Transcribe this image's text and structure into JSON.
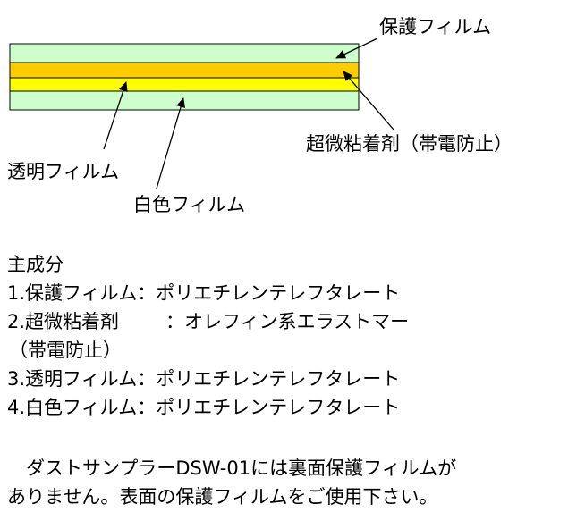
{
  "diagram": {
    "layers": [
      {
        "name": "保護フィルム",
        "color": "#ccffcc"
      },
      {
        "name": "超微粘着剤",
        "color": "#ffcc00"
      },
      {
        "name": "透明フィルム",
        "color": "#ccffcc"
      },
      {
        "name": "白色フィルム",
        "color": "#ffff00"
      }
    ],
    "callouts": {
      "protective": "保護フィルム",
      "adhesive": "超微粘着剤（帯電防止）",
      "transparent": "透明フィルム",
      "white": "白色フィルム"
    }
  },
  "composition": {
    "heading": "主成分",
    "rows": [
      {
        "name": "1.保護フィルム",
        "sep": "：",
        "material": "ポリエチレンテレフタレート"
      },
      {
        "name": "2.超微粘着剤",
        "sep": "：",
        "material": "オレフィン系エラストマー",
        "sub": "（帯電防止）"
      },
      {
        "name": "3.透明フィルム",
        "sep": "：",
        "material": "ポリエチレンテレフタレート"
      },
      {
        "name": "4.白色フィルム",
        "sep": "：",
        "material": "ポリエチレンテレフタレート"
      }
    ]
  },
  "note": {
    "line1": "　ダストサンプラーDSW-01には裏面保護フィルムが",
    "line2": "ありません。表面の保護フィルムをご使用下さい。"
  }
}
